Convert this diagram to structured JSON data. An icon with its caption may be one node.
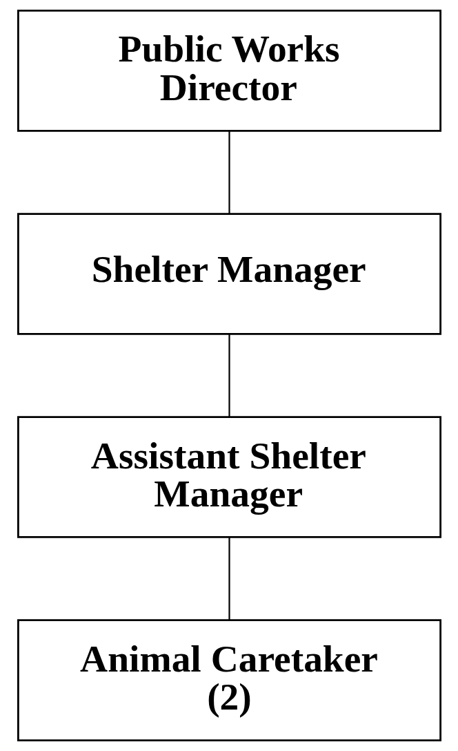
{
  "diagram": {
    "nodes": [
      {
        "text": [
          "Public Works Director"
        ]
      },
      {
        "text": [
          "Shelter Manager"
        ]
      },
      {
        "text": [
          "Assistant Shelter Manager"
        ]
      },
      {
        "text": [
          "Animal Caretaker (2)"
        ]
      }
    ],
    "edges": [
      {
        "from": 0,
        "to": 1,
        "arrow": "none"
      },
      {
        "from": 1,
        "to": 2,
        "arrow": "none"
      },
      {
        "from": 2,
        "to": 3,
        "arrow": "none"
      }
    ]
  }
}
